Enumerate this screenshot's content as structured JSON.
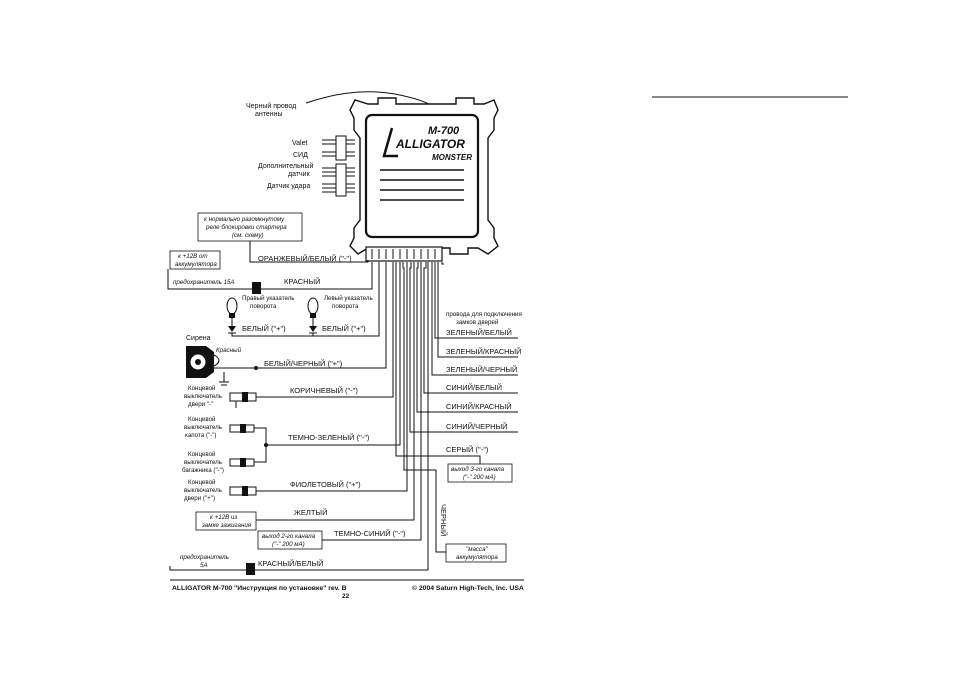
{
  "unit": {
    "model": "M-700",
    "brand": "ALLIGATOR",
    "subbrand": "MONSTER"
  },
  "labels": {
    "antenna": [
      "Черный провод",
      "антенны"
    ],
    "valet": "Valet",
    "led": "СИД",
    "aux_sensor": [
      "Дополнительный",
      "датчик"
    ],
    "shock_sensor": "Датчик удара",
    "starter_note": [
      "к нормально разомкнутому",
      "реле блокировки стартера",
      "(см. схему)"
    ],
    "battery_plus": [
      "к +12В от",
      "аккумулятора"
    ],
    "fuse15": "предохранитель 15А",
    "right_turn": [
      "Правый указатель",
      "поворота"
    ],
    "left_turn": [
      "Левый указатель",
      "поворота"
    ],
    "siren": "Сирена",
    "red_small": "Красный",
    "door_switch_minus": [
      "Концевой",
      "выключатель",
      "двери \"-\""
    ],
    "hood_switch": [
      "Концевой",
      "выключатель",
      "капота (\"-\")"
    ],
    "trunk_switch": [
      "Концевой",
      "выключатель",
      "багажника (\"-\")"
    ],
    "door_switch_plus": [
      "Концевой",
      "выключатель",
      "двери (\"+\")"
    ],
    "ignition": [
      "к +12В из",
      "замке зажигания"
    ],
    "ch2_out": [
      "выход 2-го канала",
      "(\"-\" 200 мА)"
    ],
    "ch3_out": [
      "выход 3-го канала",
      "(\"-\" 200 мА)"
    ],
    "ground": [
      "\"масса\"",
      "аккумулятора"
    ],
    "fuse5": [
      "предохранитель",
      "5А"
    ],
    "lock_wires": [
      "провода для подключения",
      "замков дверей"
    ]
  },
  "wires": {
    "orange_white": "ОРАНЖЕВЫЙ/БЕЛЫЙ (\"-\")",
    "red": "КРАСНЫЙ",
    "white_plus_1": "БЕЛЫЙ (\"+\")",
    "white_plus_2": "БЕЛЫЙ (\"+\")",
    "white_black": "БЕЛЫЙ/ЧЕРНЫЙ (\"+\")",
    "brown": "КОРИЧНЕВЫЙ (\"-\")",
    "dark_green": "ТЕМНО-ЗЕЛЕНЫЙ (\"-\")",
    "violet": "ФИОЛЕТОВЫЙ (\"+\")",
    "yellow": "ЖЕЛТЫЙ",
    "dark_blue": "ТЕМНО-СИНИЙ (\"-\")",
    "red_white": "КРАСНЫЙ/БЕЛЫЙ",
    "green_white": "ЗЕЛЕНЫЙ/БЕЛЫЙ",
    "green_red": "ЗЕЛЕНЫЙ/КРАСНЫЙ",
    "green_black": "ЗЕЛЕНЫЙ/ЧЕРНЫЙ",
    "blue_white": "СИНИЙ/БЕЛЫЙ",
    "blue_red": "СИНИЙ/КРАСНЫЙ",
    "blue_black": "СИНИЙ/ЧЕРНЫЙ",
    "gray": "СЕРЫЙ (\"-\")",
    "black": "ЧЕРНЫЙ"
  },
  "footer": {
    "left": "ALLIGATOR M-700 \"Инструкция по установке\"  rev. B",
    "right": "© 2004 Saturn High-Tech, Inc. USA",
    "page": "22"
  }
}
